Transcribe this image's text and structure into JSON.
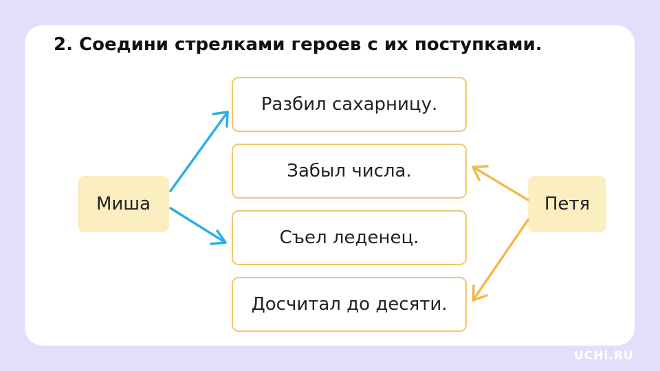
{
  "task": {
    "title": "2. Соедини стрелками героев с их поступками."
  },
  "heroes": {
    "left": "Миша",
    "right": "Петя"
  },
  "actions": [
    "Разбил сахарницу.",
    "Забыл числа.",
    "Съел леденец.",
    "Досчитал до десяти."
  ],
  "connections": [
    {
      "from": "Миша",
      "to": "Разбил сахарницу.",
      "color": "#2aaee5"
    },
    {
      "from": "Миша",
      "to": "Съел леденец.",
      "color": "#2aaee5"
    },
    {
      "from": "Петя",
      "to": "Забыл числа.",
      "color": "#f3b84a"
    },
    {
      "from": "Петя",
      "to": "Досчитал до десяти.",
      "color": "#f3b84a"
    }
  ],
  "colors": {
    "background": "#e3defa",
    "hero_fill": "#fbeec0",
    "action_border": "#f3c66d",
    "arrow_misha": "#2aaee5",
    "arrow_petya": "#f3b84a"
  },
  "brand": {
    "logo": "UCHi.RU"
  }
}
